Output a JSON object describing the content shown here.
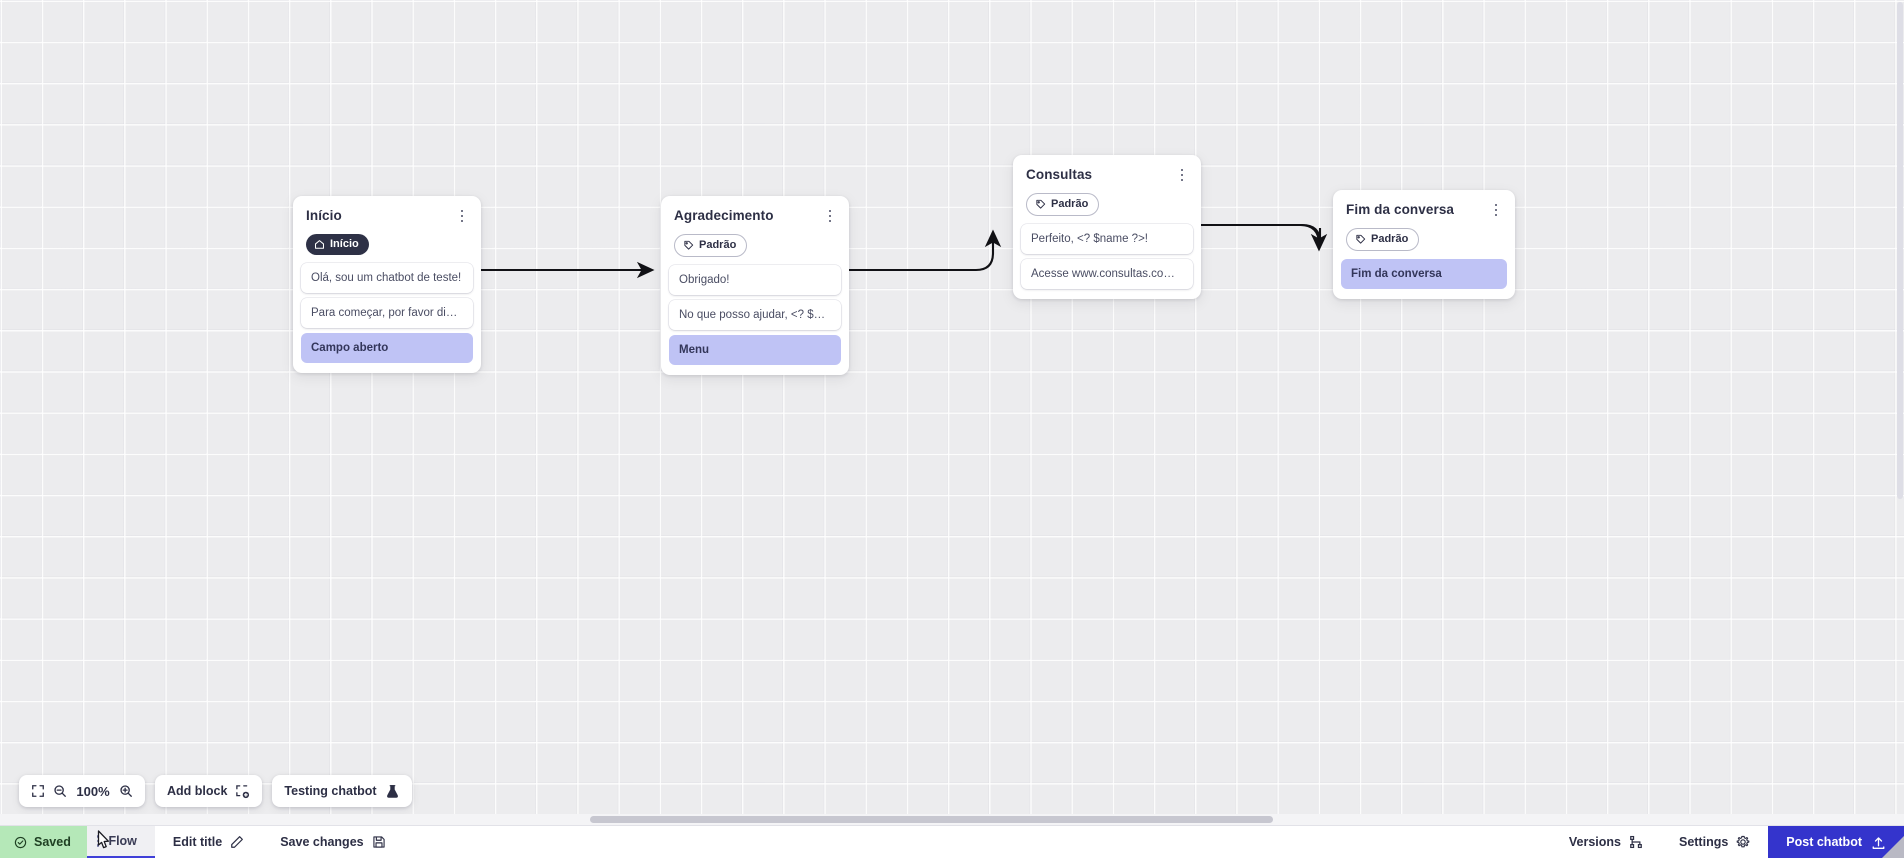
{
  "canvas": {
    "zoom_level": "100%",
    "grid": "dotted-grid"
  },
  "nodes": [
    {
      "id": "inicio",
      "title": "Início",
      "badge": {
        "label": "Início",
        "style": "dark",
        "icon": "home-icon"
      },
      "messages": [
        {
          "text": "Olá, sou um chatbot de teste!",
          "accent": false
        },
        {
          "text": "Para começar, por favor digite o ...",
          "accent": false
        },
        {
          "text": "Campo aberto",
          "accent": true
        }
      ]
    },
    {
      "id": "agradecimento",
      "title": "Agradecimento",
      "badge": {
        "label": "Padrão",
        "style": "light",
        "icon": "tag-icon"
      },
      "messages": [
        {
          "text": "Obrigado!",
          "accent": false
        },
        {
          "text": "No que posso ajudar, <? $name ...",
          "accent": false
        },
        {
          "text": "Menu",
          "accent": true
        }
      ]
    },
    {
      "id": "consultas",
      "title": "Consultas",
      "badge": {
        "label": "Padrão",
        "style": "light",
        "icon": "tag-icon"
      },
      "messages": [
        {
          "text": "Perfeito, <? $name ?>!",
          "accent": false
        },
        {
          "text": "Acesse www.consultas.com par...",
          "accent": false
        }
      ]
    },
    {
      "id": "fim-da-conversa",
      "title": "Fim da conversa",
      "badge": {
        "label": "Padrão",
        "style": "light",
        "icon": "tag-icon"
      },
      "messages": [
        {
          "text": "Fim da conversa",
          "accent": true
        }
      ]
    }
  ],
  "toolbar": {
    "fit_icon": "fit-screen-icon",
    "zoom_out_icon": "zoom-out-icon",
    "zoom_level": "100%",
    "zoom_in_icon": "zoom-in-icon",
    "add_block_label": "Add block",
    "add_block_icon": "add-block-icon",
    "testing_chatbot_label": "Testing chatbot",
    "testing_chatbot_icon": "flask-icon"
  },
  "bottom_bar": {
    "saved_label": "Saved",
    "saved_icon": "check-circle-icon",
    "tab_label": "Flow",
    "tab_handle_icon": "drag-handle-icon",
    "edit_title_label": "Edit title",
    "edit_title_icon": "pencil-icon",
    "save_changes_label": "Save changes",
    "save_changes_icon": "floppy-disk-icon",
    "versions_label": "Versions",
    "versions_icon": "branch-icon",
    "settings_label": "Settings",
    "settings_icon": "gear-icon",
    "post_label": "Post chatbot",
    "post_icon": "upload-icon"
  },
  "colors": {
    "accent_purple": "#bfc3f5",
    "primary_blue": "#3434cc",
    "saved_green": "#b5e8b8",
    "badge_dark": "#2e3146"
  }
}
